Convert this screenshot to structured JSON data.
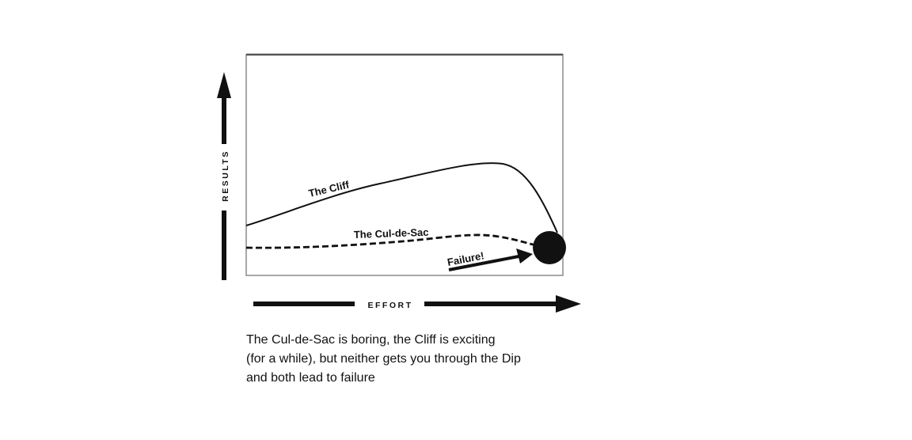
{
  "diagram": {
    "y_axis_label": "RESULTS",
    "x_axis_label": "EFFORT",
    "curves": {
      "cliff_label": "The Cliff",
      "culdesac_label": "The Cul-de-Sac",
      "failure_label": "Failure!"
    }
  },
  "caption": {
    "lines": [
      "The Cul-de-Sac is boring, the Cliff is exciting",
      "(for a while), but neither gets you through the Dip",
      "and both lead to failure"
    ]
  },
  "colors": {
    "ink": "#111111",
    "frame_top": "#555555",
    "frame": "#888888",
    "background": "#ffffff"
  }
}
